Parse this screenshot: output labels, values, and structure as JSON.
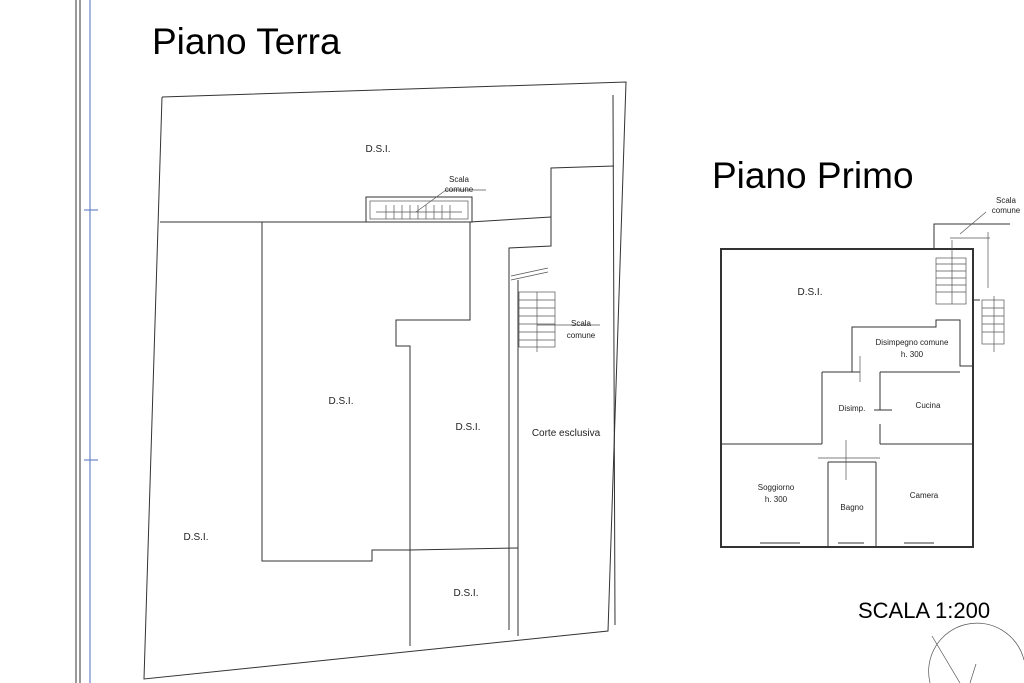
{
  "ground_floor": {
    "title": "Piano Terra",
    "rooms": {
      "dsi_top": "D.S.I.",
      "dsi_center": "D.S.I.",
      "dsi_middle": "D.S.I.",
      "dsi_left": "D.S.I.",
      "dsi_bottom": "D.S.I.",
      "courtyard": "Corte esclusiva"
    },
    "stair_top": {
      "line1": "Scala",
      "line2": "comune"
    },
    "stair_right": {
      "line1": "Scala",
      "line2": "comune"
    }
  },
  "first_floor": {
    "title": "Piano Primo",
    "rooms": {
      "dsi": "D.S.I.",
      "hall_name": "Disimpegno comune",
      "hall_height": "h. 300",
      "disimp": "Disimp.",
      "kitchen": "Cucina",
      "living_name": "Soggiorno",
      "living_height": "h. 300",
      "bath": "Bagno",
      "bedroom": "Camera"
    },
    "stair": {
      "line1": "Scala",
      "line2": "comune"
    }
  },
  "scale_label": "SCALA 1:200"
}
